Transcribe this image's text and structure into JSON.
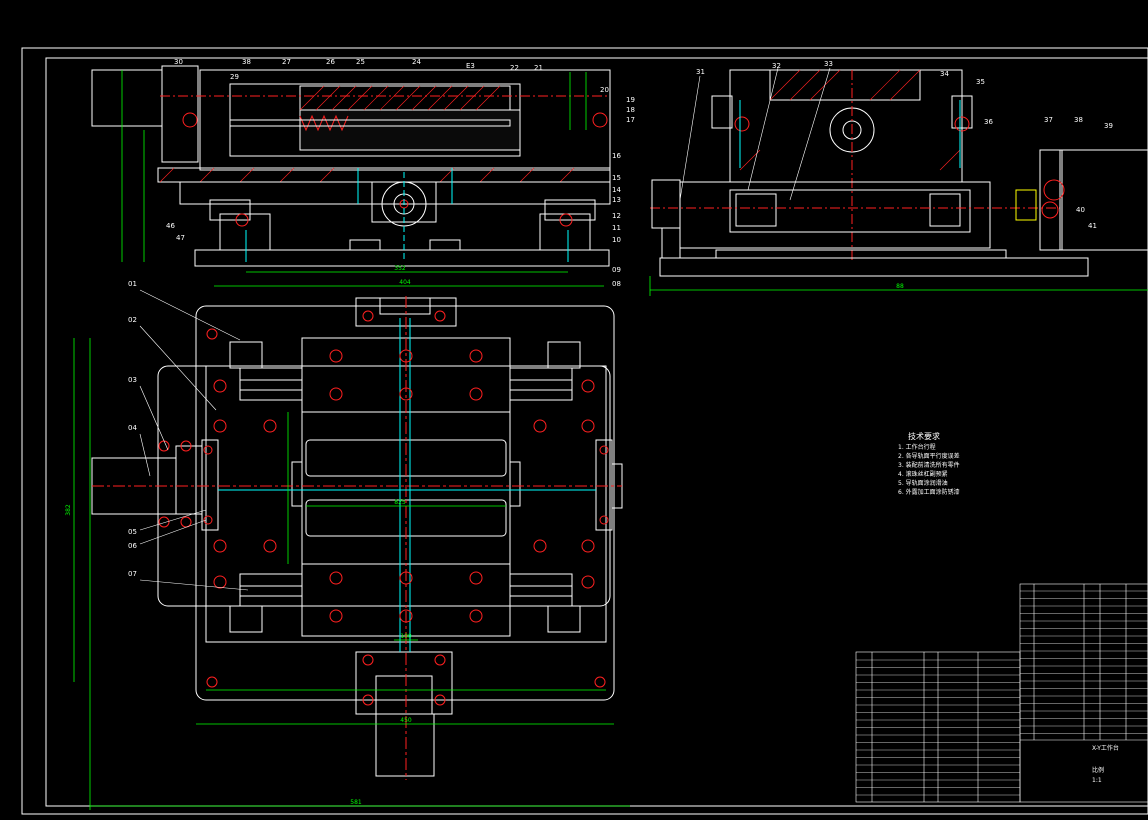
{
  "colors": {
    "background": "#000000",
    "white": "#ffffff",
    "red": "#ff2020",
    "green": "#00ff00",
    "cyan": "#00ffff",
    "magenta": "#ff00ff",
    "yellow": "#ffff00"
  },
  "callouts_left": [
    "30",
    "29",
    "38",
    "27",
    "26",
    "25",
    "24",
    "E3",
    "22",
    "21",
    "20",
    "19",
    "18",
    "17",
    "16",
    "15",
    "14",
    "13",
    "12",
    "11",
    "10",
    "09",
    "08",
    "46",
    "47"
  ],
  "callouts_right": [
    "31",
    "32",
    "33",
    "34",
    "35",
    "36",
    "37",
    "38",
    "39",
    "40",
    "41"
  ],
  "callouts_plan": [
    "01",
    "02",
    "03",
    "04",
    "05",
    "06",
    "07"
  ],
  "dimensions": {
    "elev_width": "352",
    "elev_overall": "404",
    "plan_inner": "825",
    "plan_slot": "100",
    "plan_width": "450",
    "plan_overall": "581",
    "plan_height": "382",
    "right_width": "88"
  },
  "notes_title": "技术要求",
  "notes_lines": [
    "1. 工作台行程",
    "2. 各导轨面平行度误差",
    "3. 装配前清洗所有零件",
    "4. 滚珠丝杠副预紧",
    "5. 导轨面涂润滑油",
    "6. 外露加工面涂防锈漆"
  ],
  "title_block": {
    "name": "X-Y工作台",
    "scale_label": "比例",
    "scale": "1:1"
  }
}
